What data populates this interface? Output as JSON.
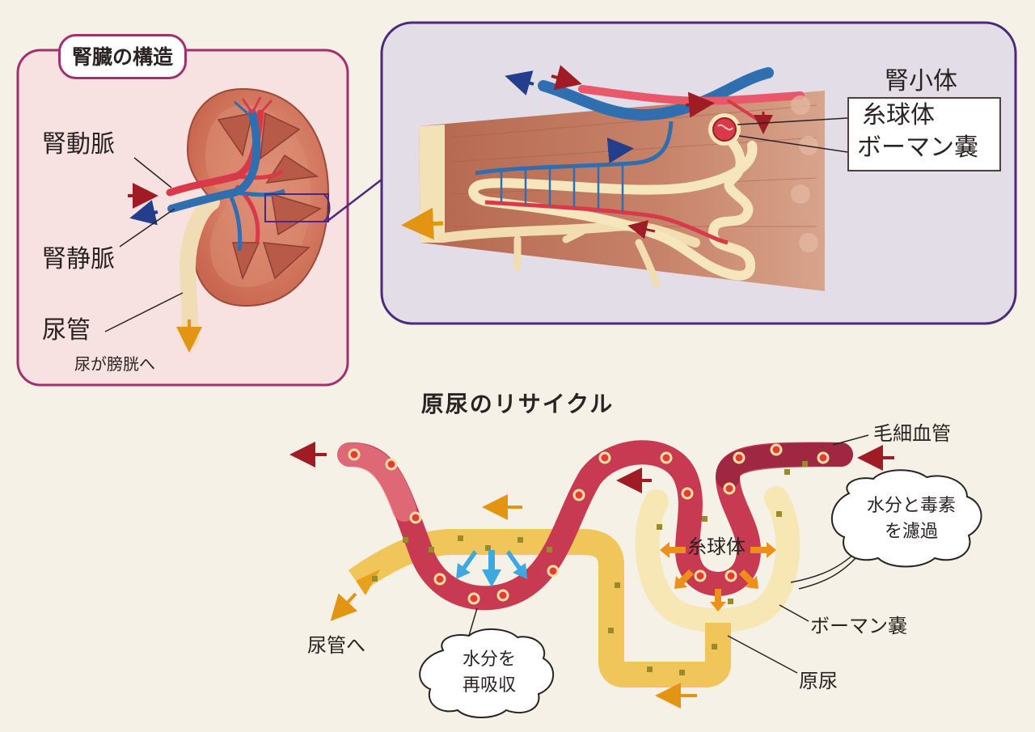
{
  "kidney_panel": {
    "title": "腎臓の構造",
    "renal_artery": "腎動脈",
    "renal_vein": "腎静脈",
    "ureter": "尿管",
    "to_bladder": "尿が膀胱へ"
  },
  "nephron_panel": {
    "renal_corpuscle": "腎小体",
    "glomerulus": "糸球体",
    "bowman_capsule": "ボーマン嚢"
  },
  "recycle_panel": {
    "heading": "原尿のリサイクル",
    "capillary": "毛細血管",
    "glomerulus": "糸球体",
    "filter_note_line1": "水分と毒素",
    "filter_note_line2": "を濾過",
    "bowman_capsule": "ボーマン嚢",
    "primary_urine": "原尿",
    "reabsorb_line1": "水分を",
    "reabsorb_line2": "再吸収",
    "to_ureter": "尿管へ"
  },
  "colors": {
    "panel_border": "#a0306f",
    "zoom_border": "#4b2a7a",
    "artery": "#d93a4a",
    "vein": "#2f6fb0",
    "urine": "#e8a21a",
    "capillary_dark": "#a82a45",
    "capsule": "#f7e7b4"
  }
}
